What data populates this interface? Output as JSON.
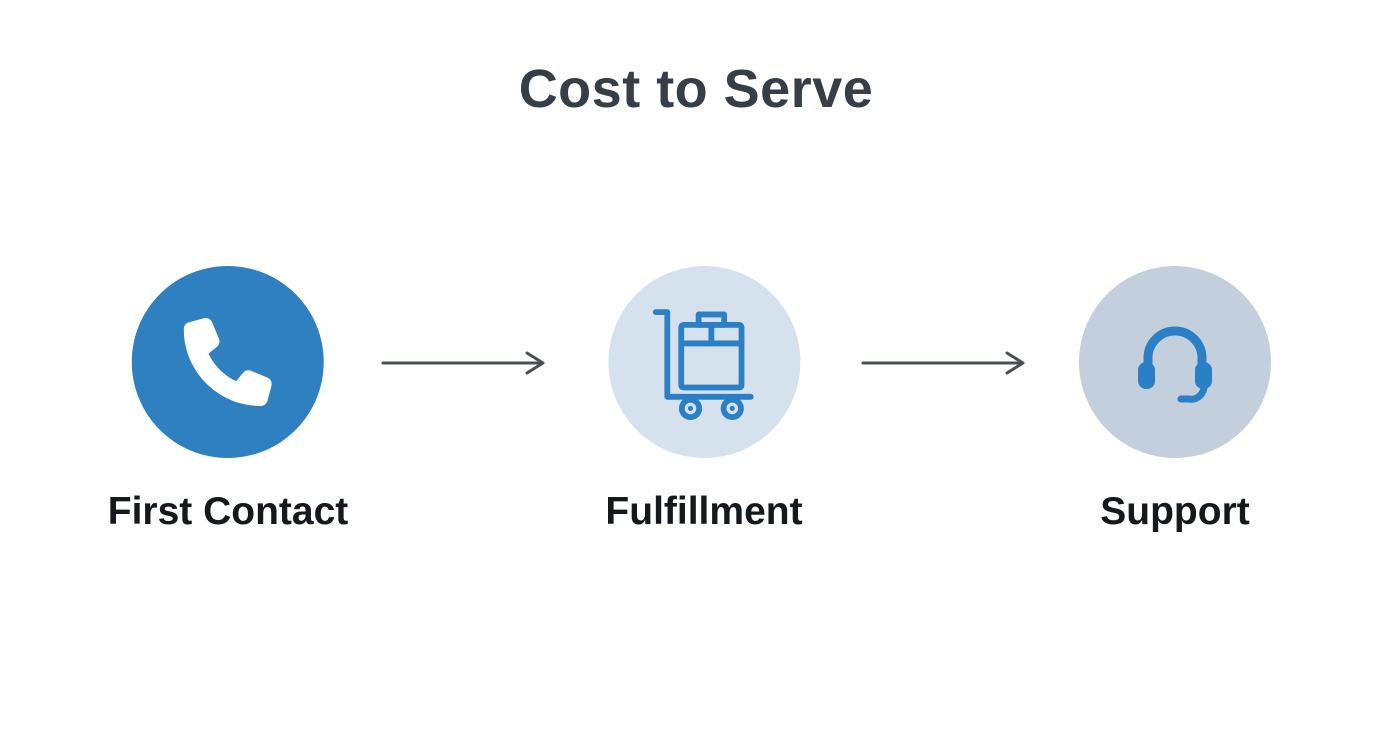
{
  "title": "Cost to Serve",
  "colors": {
    "background": "#FFFFFF",
    "primary_blue": "#2E80C1",
    "light_circle": "#D5E1EC",
    "support_circle": "#C4CFDE",
    "icon_blue": "#2B7FC4",
    "arrow": "#4A4F55",
    "title_text": "#363E48",
    "label_text": "#15181C"
  },
  "nodes": [
    {
      "label": "First Contact",
      "icon": "phone-icon",
      "circle_style": "solid-blue"
    },
    {
      "label": "Fulfillment",
      "icon": "cart-box-icon",
      "circle_style": "light-blue"
    },
    {
      "label": "Support",
      "icon": "headset-icon",
      "circle_style": "light-gray-blue"
    }
  ],
  "arrows": [
    {
      "from": "First Contact",
      "to": "Fulfillment"
    },
    {
      "from": "Fulfillment",
      "to": "Support"
    }
  ]
}
